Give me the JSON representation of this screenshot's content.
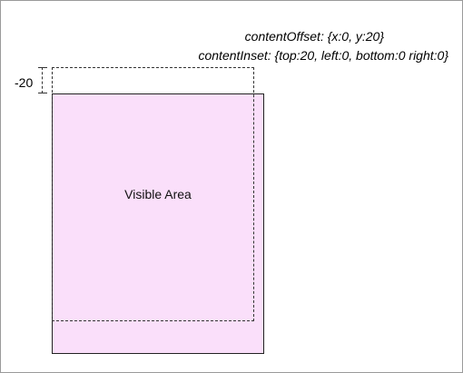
{
  "captions": {
    "content_offset": "contentOffset: {x:0, y:20}",
    "content_inset": "contentInset: {top:20, left:0, bottom:0 right:0}"
  },
  "inset_marker": {
    "label": "-20",
    "value": -20
  },
  "visible_area": {
    "label": "Visible Area"
  },
  "colors": {
    "visible_fill": "#fadffa",
    "outline": "#222222",
    "dashed": "#333333"
  }
}
